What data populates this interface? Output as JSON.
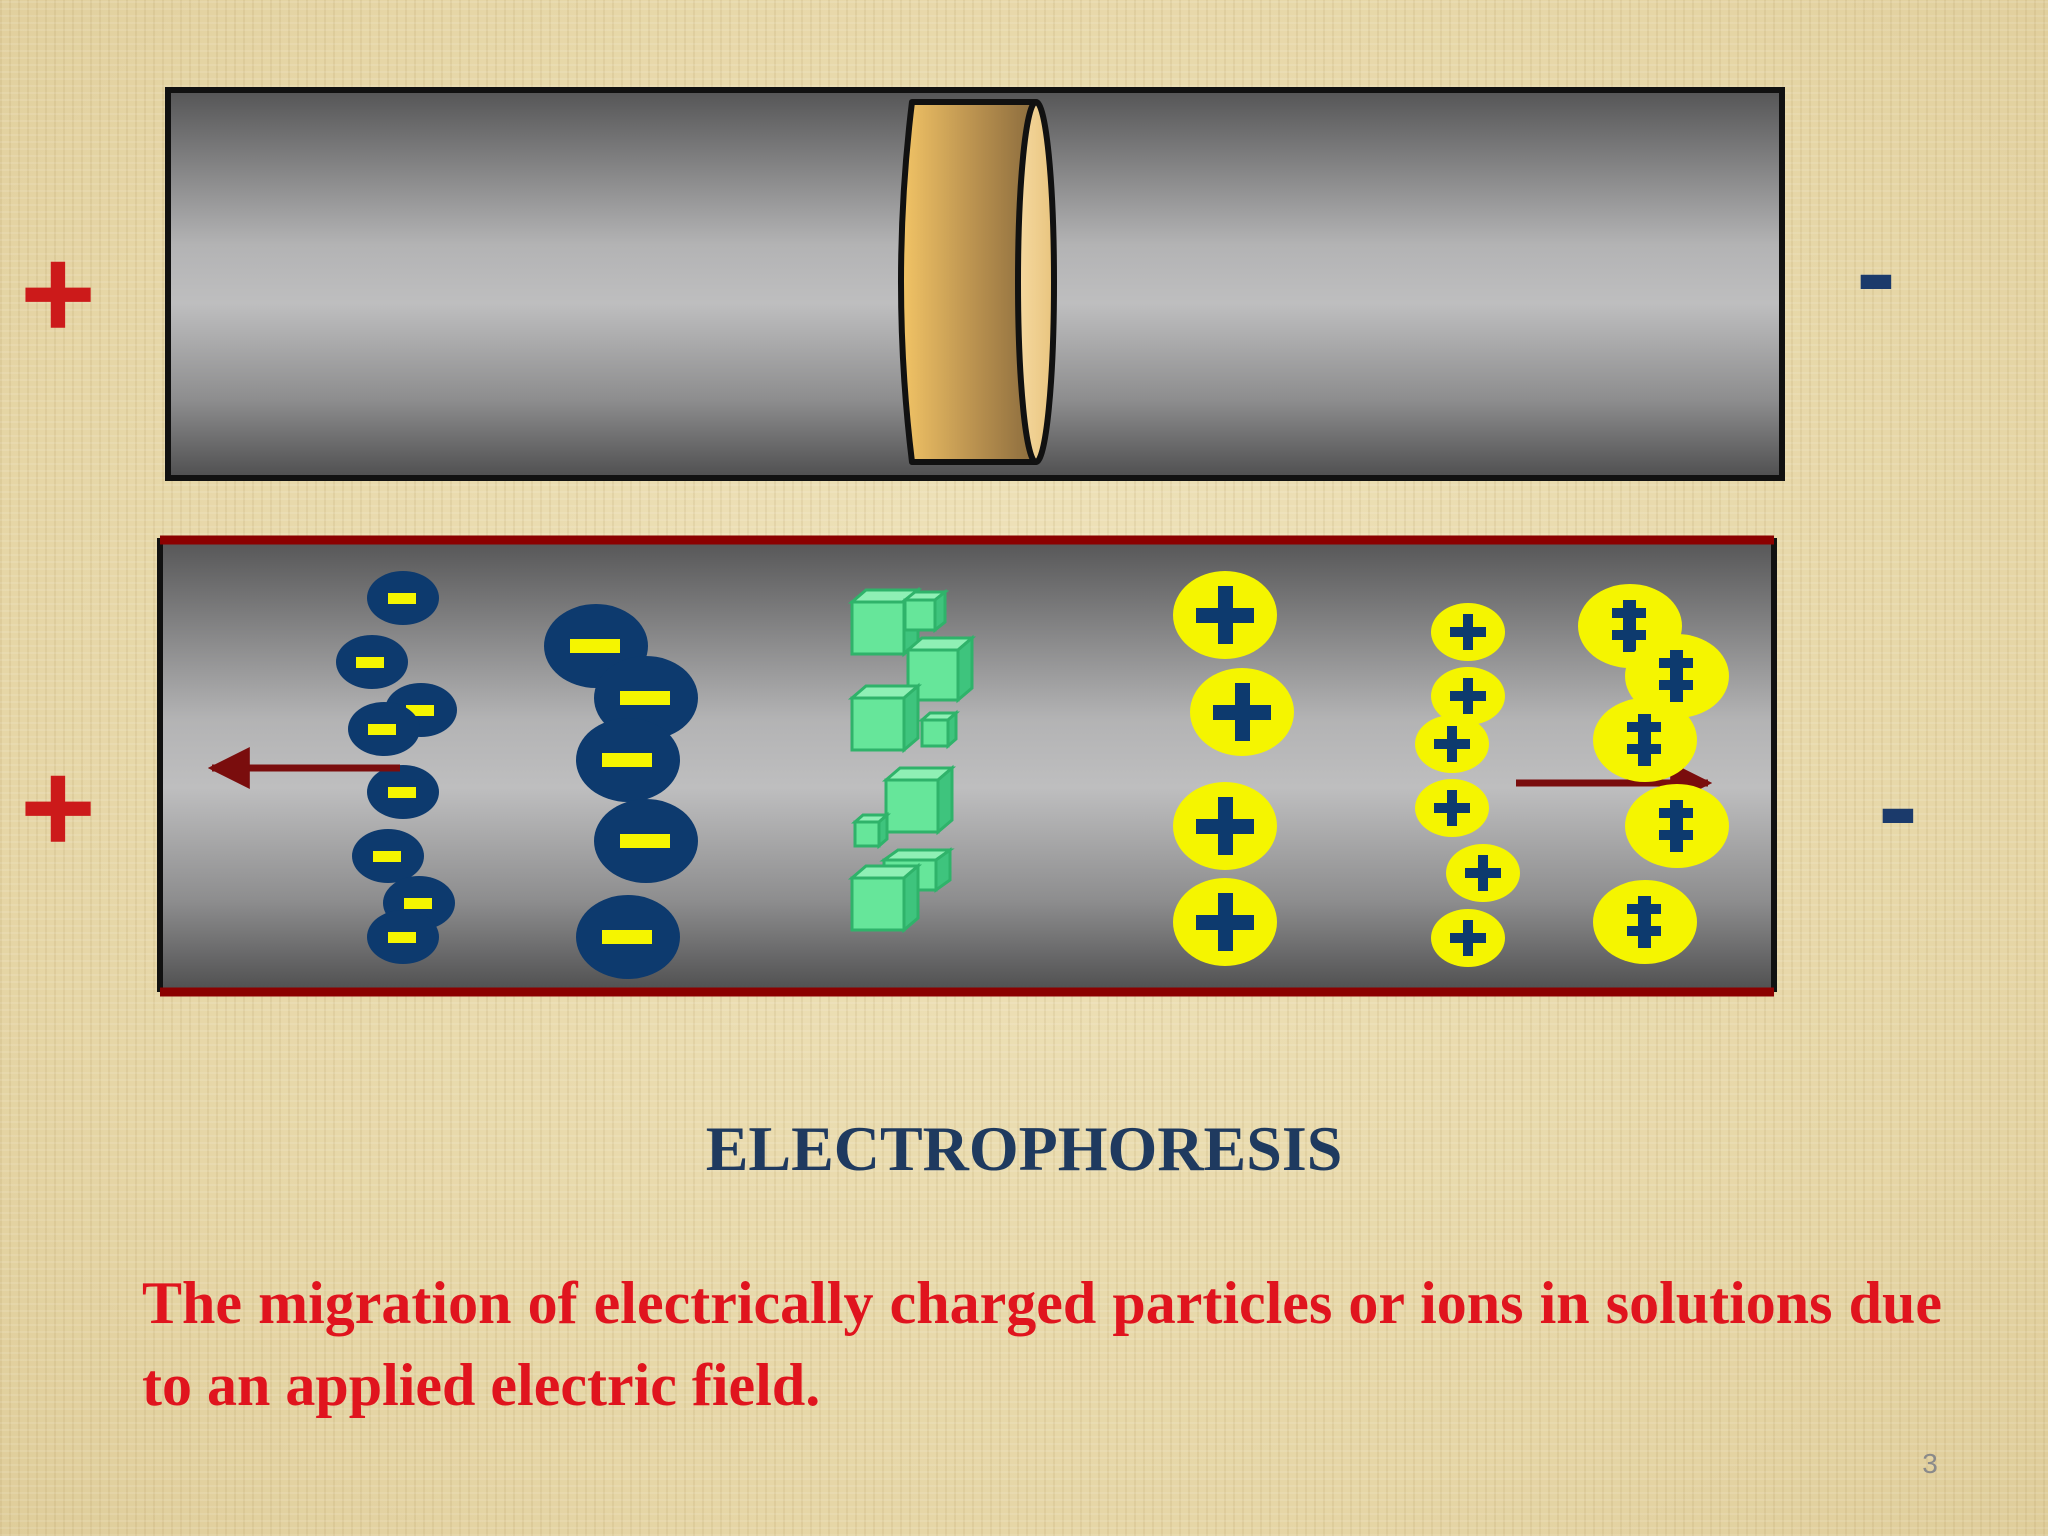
{
  "labels": {
    "top_anode": "+",
    "top_cathode": "-",
    "bottom_anode": "+",
    "bottom_cathode": "-"
  },
  "title": "ELECTROPHORESIS",
  "definition": "The migration of electrically charged particles or ions in solutions due to an applied electric field.",
  "page_number": "3",
  "colors": {
    "anode_sign": "#cc1a1a",
    "cathode_sign": "#1b3a6b",
    "anion_fill": "#0d3a6e",
    "anion_mark": "#f5f500",
    "cation_fill": "#f5f500",
    "cation_mark": "#0d3a6e",
    "neutral_particle": "#66e69a",
    "tube_border": "#8b0000",
    "title_text": "#1f3a5f",
    "definition_text": "#e0141e"
  }
}
